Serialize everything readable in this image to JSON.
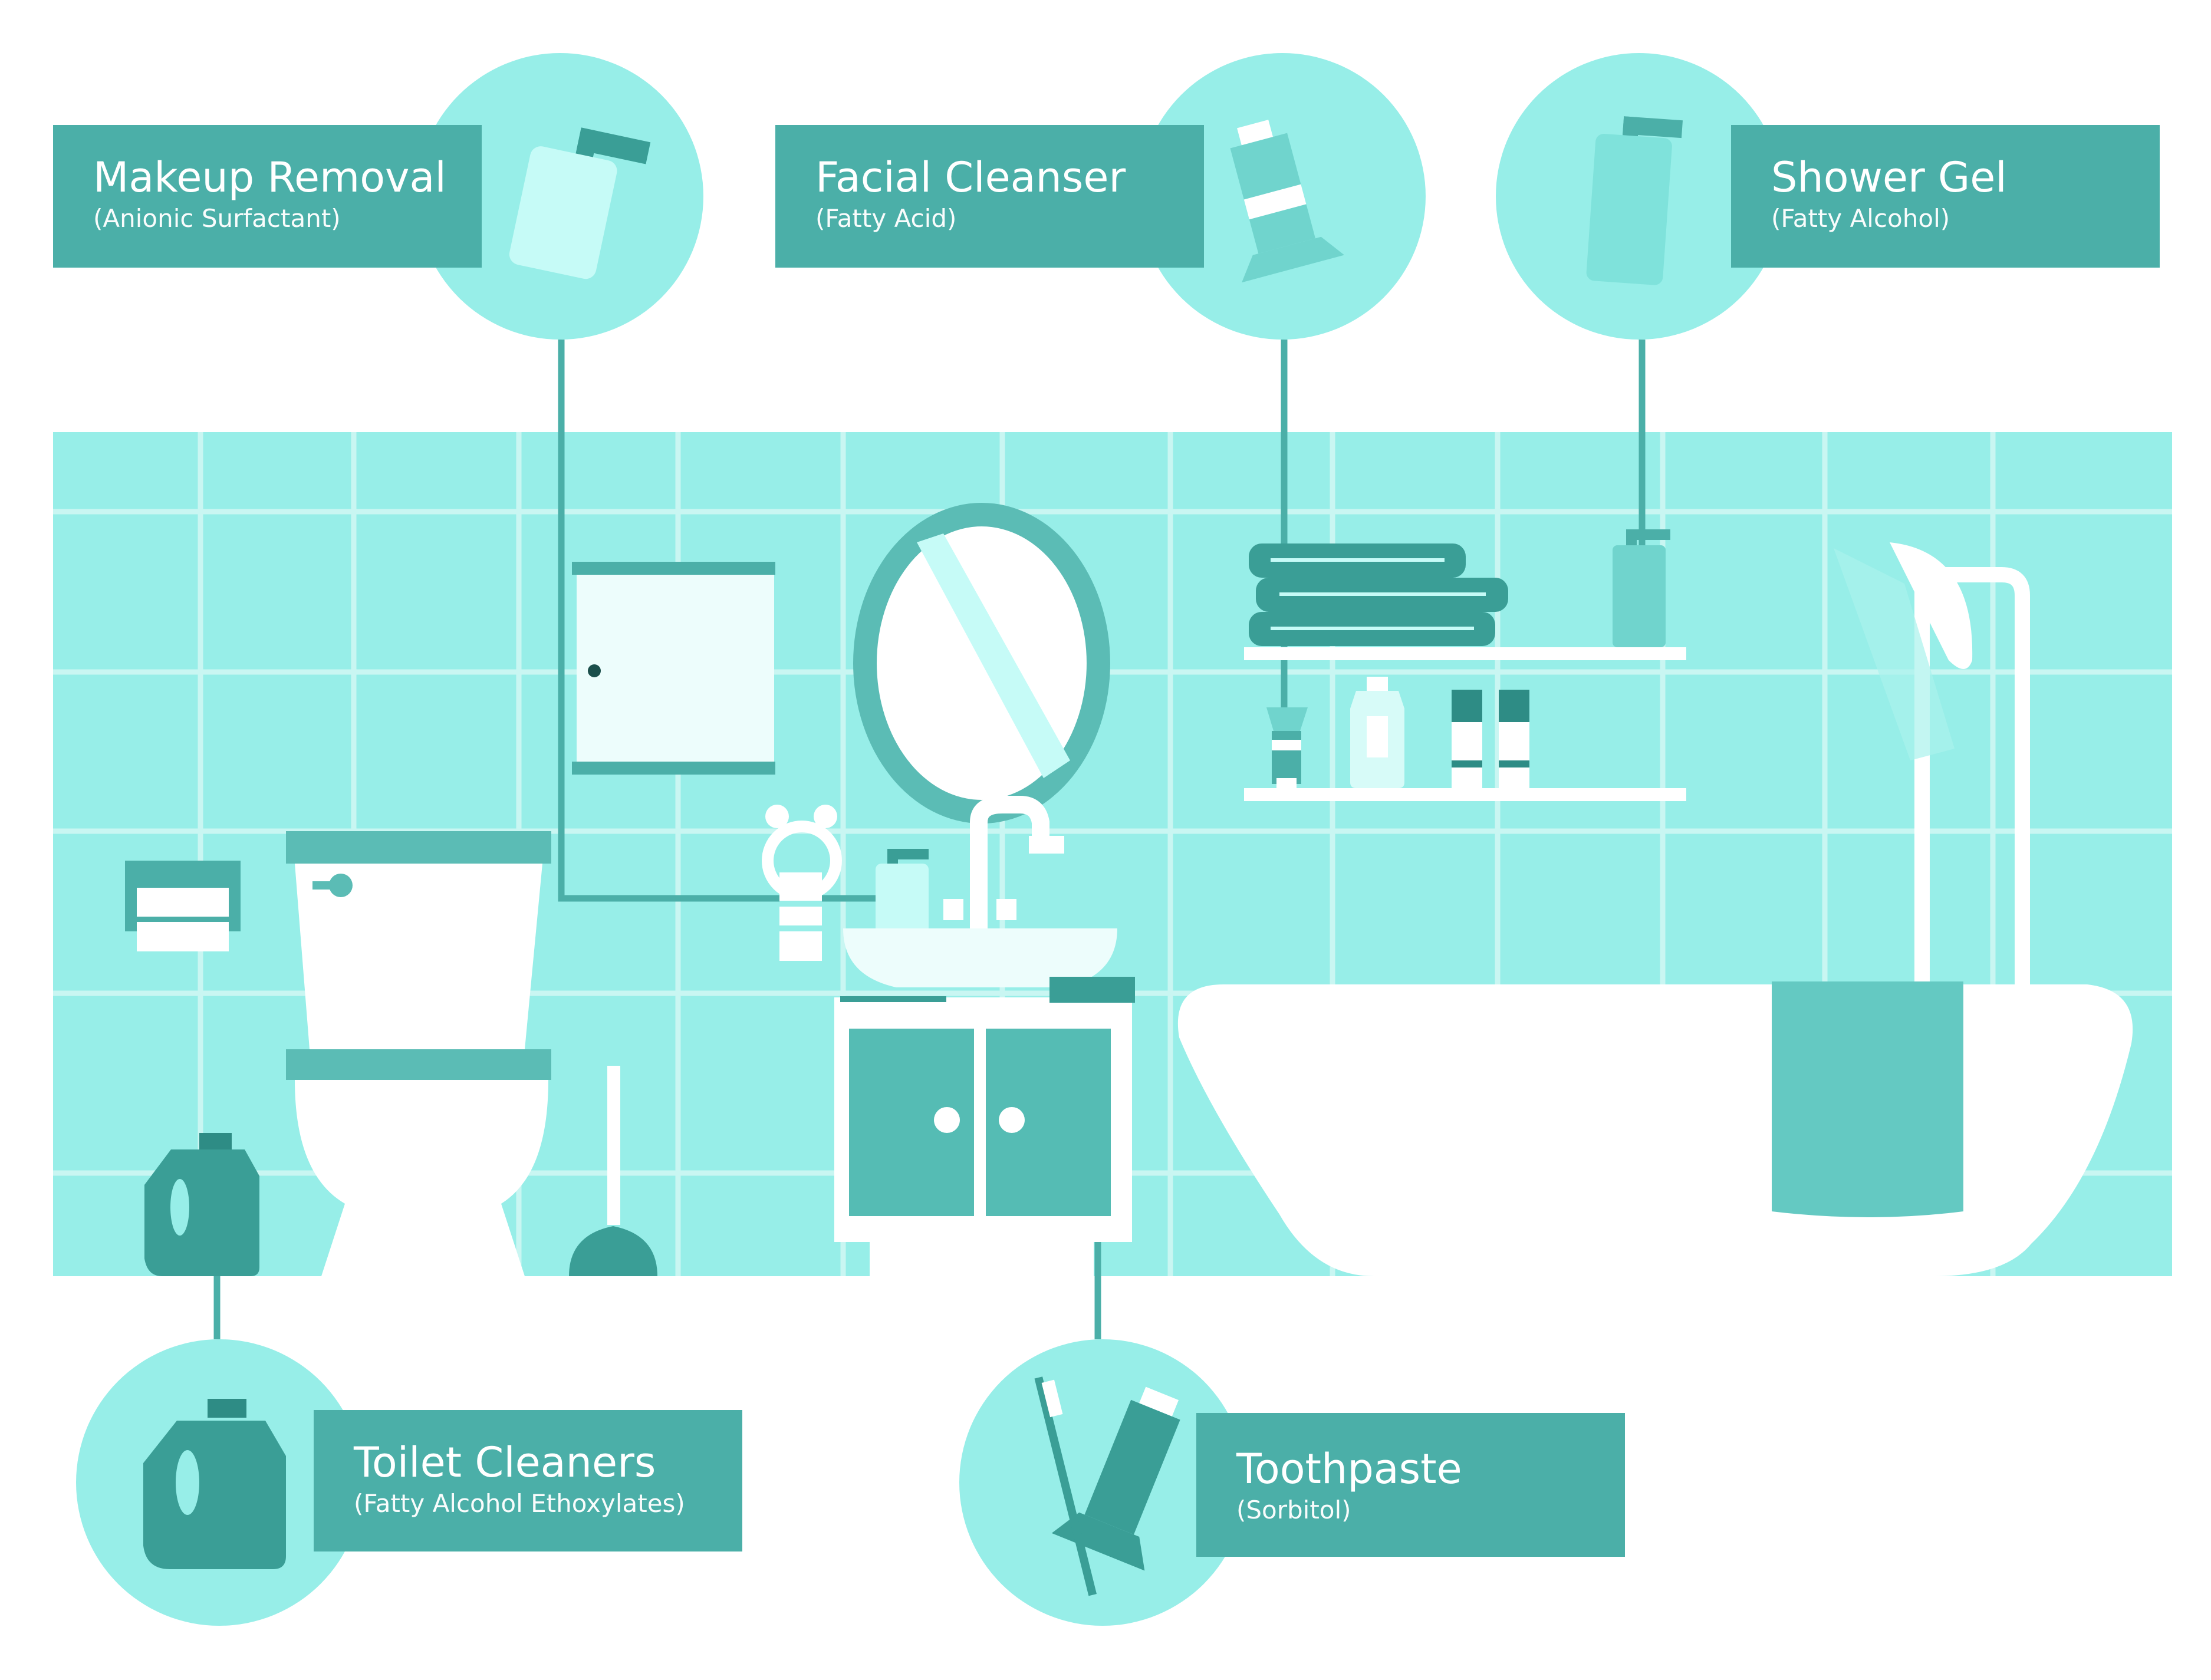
{
  "labels": {
    "makeup_removal": {
      "title": "Makeup Removal",
      "subtitle": "(Anionic Surfactant)"
    },
    "facial_cleanser": {
      "title": "Facial Cleanser",
      "subtitle": "(Fatty Acid)"
    },
    "shower_gel": {
      "title": "Shower Gel",
      "subtitle": "(Fatty Alcohol)"
    },
    "toilet_cleaners": {
      "title": "Toilet Cleaners",
      "subtitle": "(Fatty Alcohol Ethoxylates)"
    },
    "toothpaste": {
      "title": "Toothpaste",
      "subtitle": "(Sorbitol)"
    }
  },
  "colors": {
    "label_bg": "#4bafa8",
    "circle_bg": "#97eee8",
    "wall_bg": "#97eee8",
    "tile_grid": "#c9f6f2",
    "teal_dark": "#3a9e96",
    "teal_mid": "#5bbcb5",
    "white": "#ffffff"
  }
}
